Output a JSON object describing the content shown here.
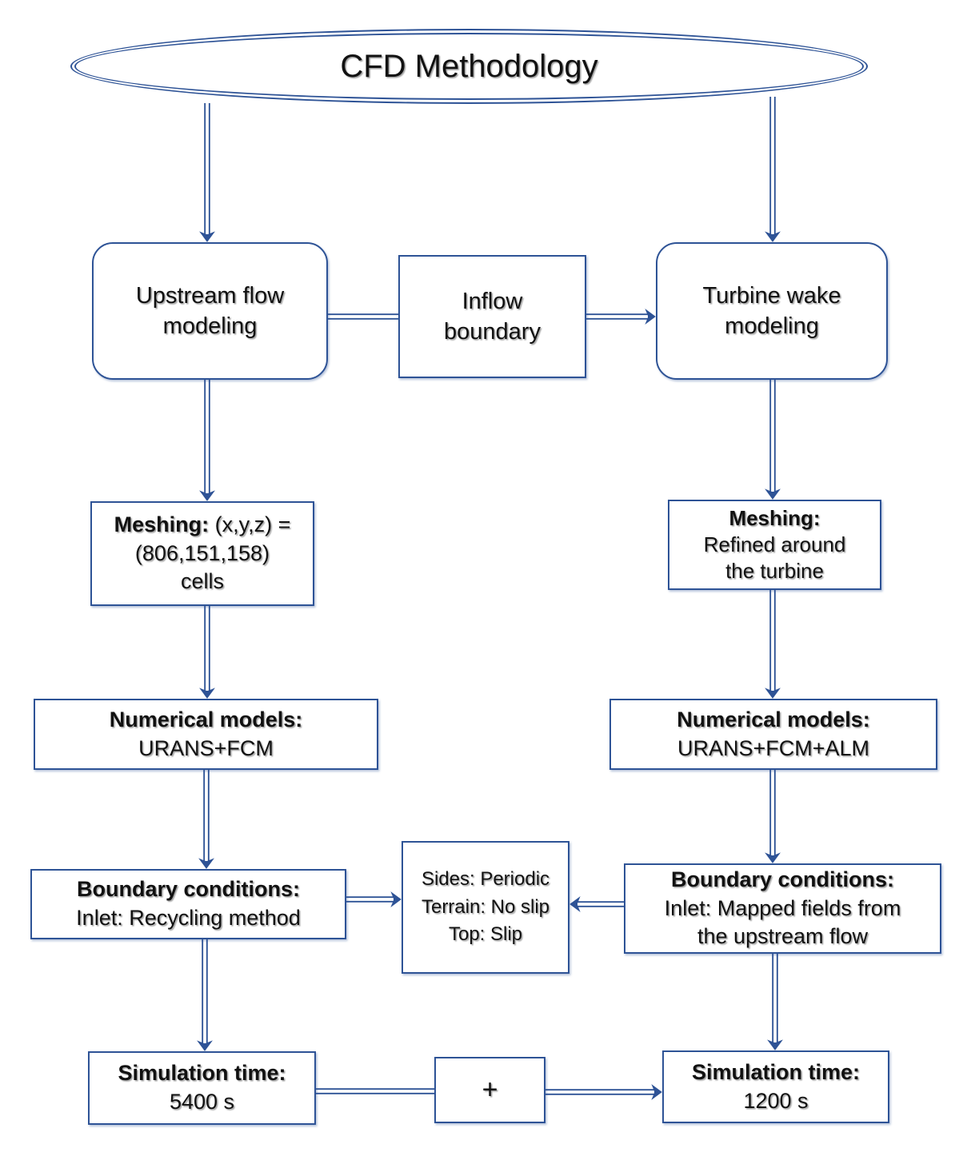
{
  "title": "CFD Methodology",
  "colors": {
    "line": "#2e5396",
    "text": "#111111",
    "background": "#ffffff"
  },
  "nodes": {
    "root": {
      "label": "CFD Methodology"
    },
    "upstream": {
      "line1": "Upstream flow",
      "line2": "modeling"
    },
    "inflow": {
      "line1": "Inflow",
      "line2": "boundary"
    },
    "turbine": {
      "line1": "Turbine wake",
      "line2": "modeling"
    },
    "meshing_left": {
      "bold": "Meshing:",
      "bold_rest": " (x,y,z) =",
      "line2": "(806,151,158)",
      "line3": "cells"
    },
    "meshing_right": {
      "bold": "Meshing:",
      "line2": "Refined around",
      "line3": "the turbine"
    },
    "numerical_left": {
      "bold": "Numerical models:",
      "line2": "URANS+FCM"
    },
    "numerical_right": {
      "bold": "Numerical models:",
      "line2": "URANS+FCM+ALM"
    },
    "boundary_left": {
      "bold": "Boundary conditions:",
      "line2": "Inlet: Recycling method"
    },
    "boundary_middle": {
      "line1": "Sides: Periodic",
      "line2": "Terrain: No slip",
      "line3": "Top: Slip"
    },
    "boundary_right": {
      "bold": "Boundary conditions:",
      "line2": "Inlet: Mapped fields from",
      "line3": "the upstream flow"
    },
    "sim_left": {
      "bold": "Simulation time:",
      "line2": "5400 s"
    },
    "plus": {
      "label": "+"
    },
    "sim_right": {
      "bold": "Simulation time:",
      "line2": "1200 s"
    }
  }
}
